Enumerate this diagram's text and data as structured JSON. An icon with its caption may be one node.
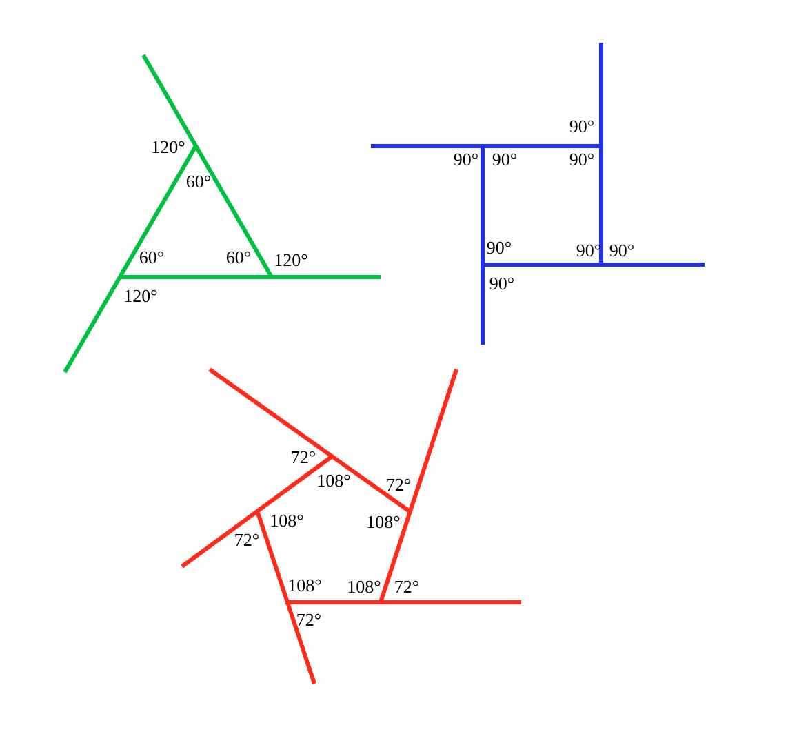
{
  "diagram": {
    "labels": [
      "120°",
      "60°",
      "60°",
      "60°",
      "120°",
      "120°",
      "90°",
      "90°",
      "90°",
      "90°",
      "90°",
      "90°",
      "90°",
      "90°",
      "72°",
      "108°",
      "72°",
      "108°",
      "108°",
      "72°",
      "108°",
      "108°",
      "72°",
      "72°"
    ]
  }
}
